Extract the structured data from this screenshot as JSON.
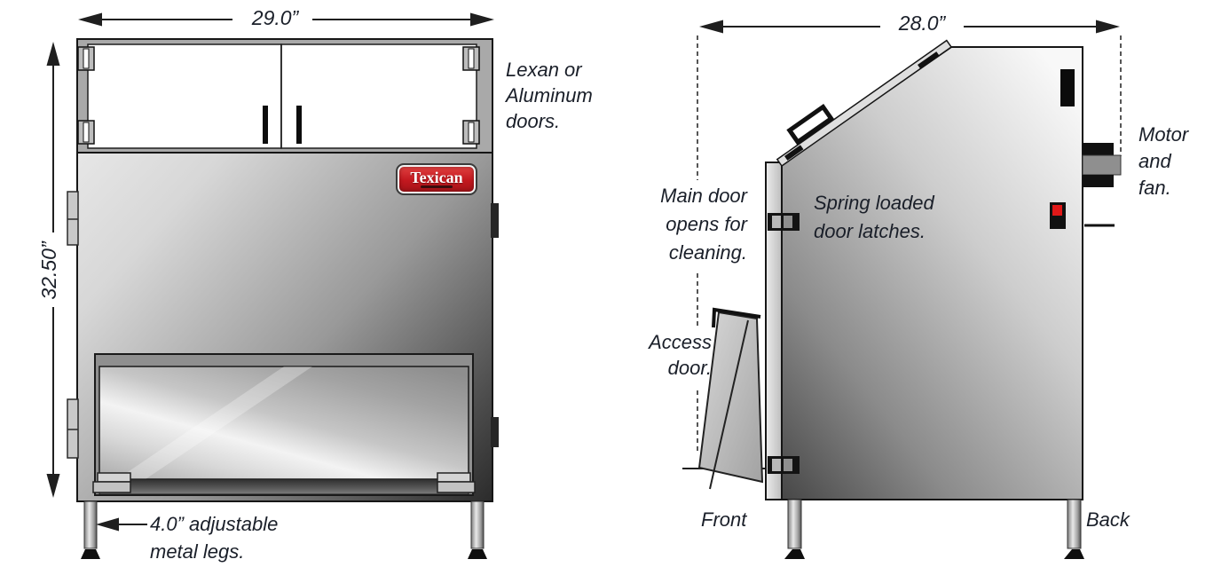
{
  "diagram": {
    "brand": {
      "logo_text": "Texican",
      "logo_color": "#c3181f"
    },
    "front_view": {
      "width_dimension": "29.0”",
      "height_dimension": "32.50”",
      "doors_note": "Lexan or\nAluminum\ndoors.",
      "legs_note": "4.0” adjustable\nmetal legs."
    },
    "side_view": {
      "depth_dimension": "28.0”",
      "main_door_note": "Main door\nopens for\ncleaning.",
      "latch_note": "Spring loaded\ndoor latches.",
      "access_door_note": "Access\ndoor.",
      "motor_fan_note": "Motor\nand\nfan.",
      "front_label": "Front",
      "back_label": "Back"
    }
  }
}
